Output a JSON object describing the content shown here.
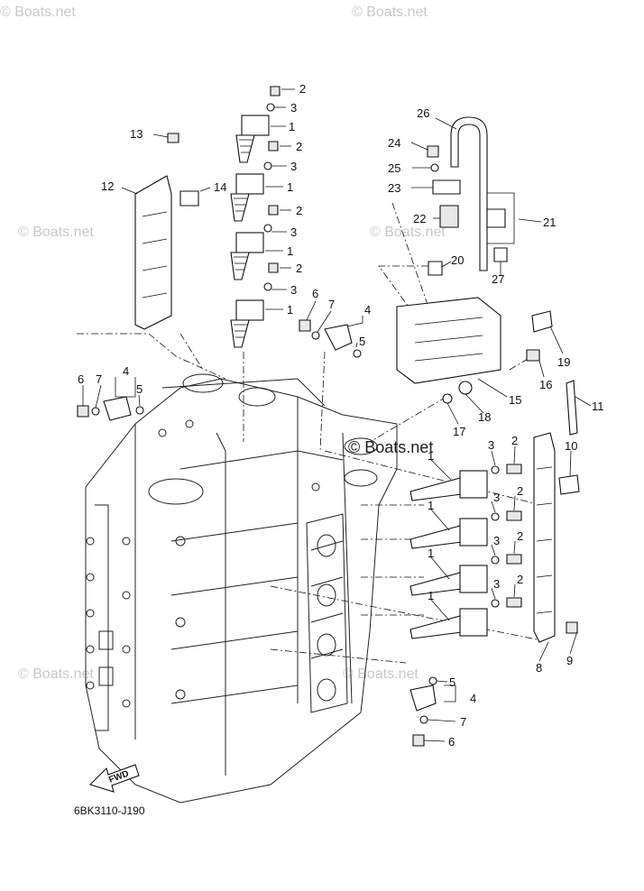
{
  "watermark": {
    "text": "© Boats.net",
    "center_text": "© Boats.net"
  },
  "diagram_code": "6BK3110-J190",
  "fwd_label": "FWD",
  "callouts": {
    "c1a": "1",
    "c1b": "1",
    "c1c": "1",
    "c1d": "1",
    "c1e": "1",
    "c1f": "1",
    "c1g": "1",
    "c1h": "1",
    "c2a": "2",
    "c2b": "2",
    "c2c": "2",
    "c2d": "2",
    "c2e": "2",
    "c2f": "2",
    "c2g": "2",
    "c2h": "2",
    "c3a": "3",
    "c3b": "3",
    "c3c": "3",
    "c3d": "3",
    "c3e": "3",
    "c3f": "3",
    "c3g": "3",
    "c3h": "3",
    "c4a": "4",
    "c4b": "4",
    "c4c": "4",
    "c5a": "5",
    "c5b": "5",
    "c5c": "5",
    "c6a": "6",
    "c6b": "6",
    "c6c": "6",
    "c7a": "7",
    "c7b": "7",
    "c7c": "7",
    "c8": "8",
    "c9": "9",
    "c10": "10",
    "c11": "11",
    "c12": "12",
    "c13": "13",
    "c14": "14",
    "c15": "15",
    "c16": "16",
    "c17": "17",
    "c18": "18",
    "c19": "19",
    "c20": "20",
    "c21": "21",
    "c22": "22",
    "c23": "23",
    "c24": "24",
    "c25": "25",
    "c26": "26",
    "c27": "27"
  }
}
